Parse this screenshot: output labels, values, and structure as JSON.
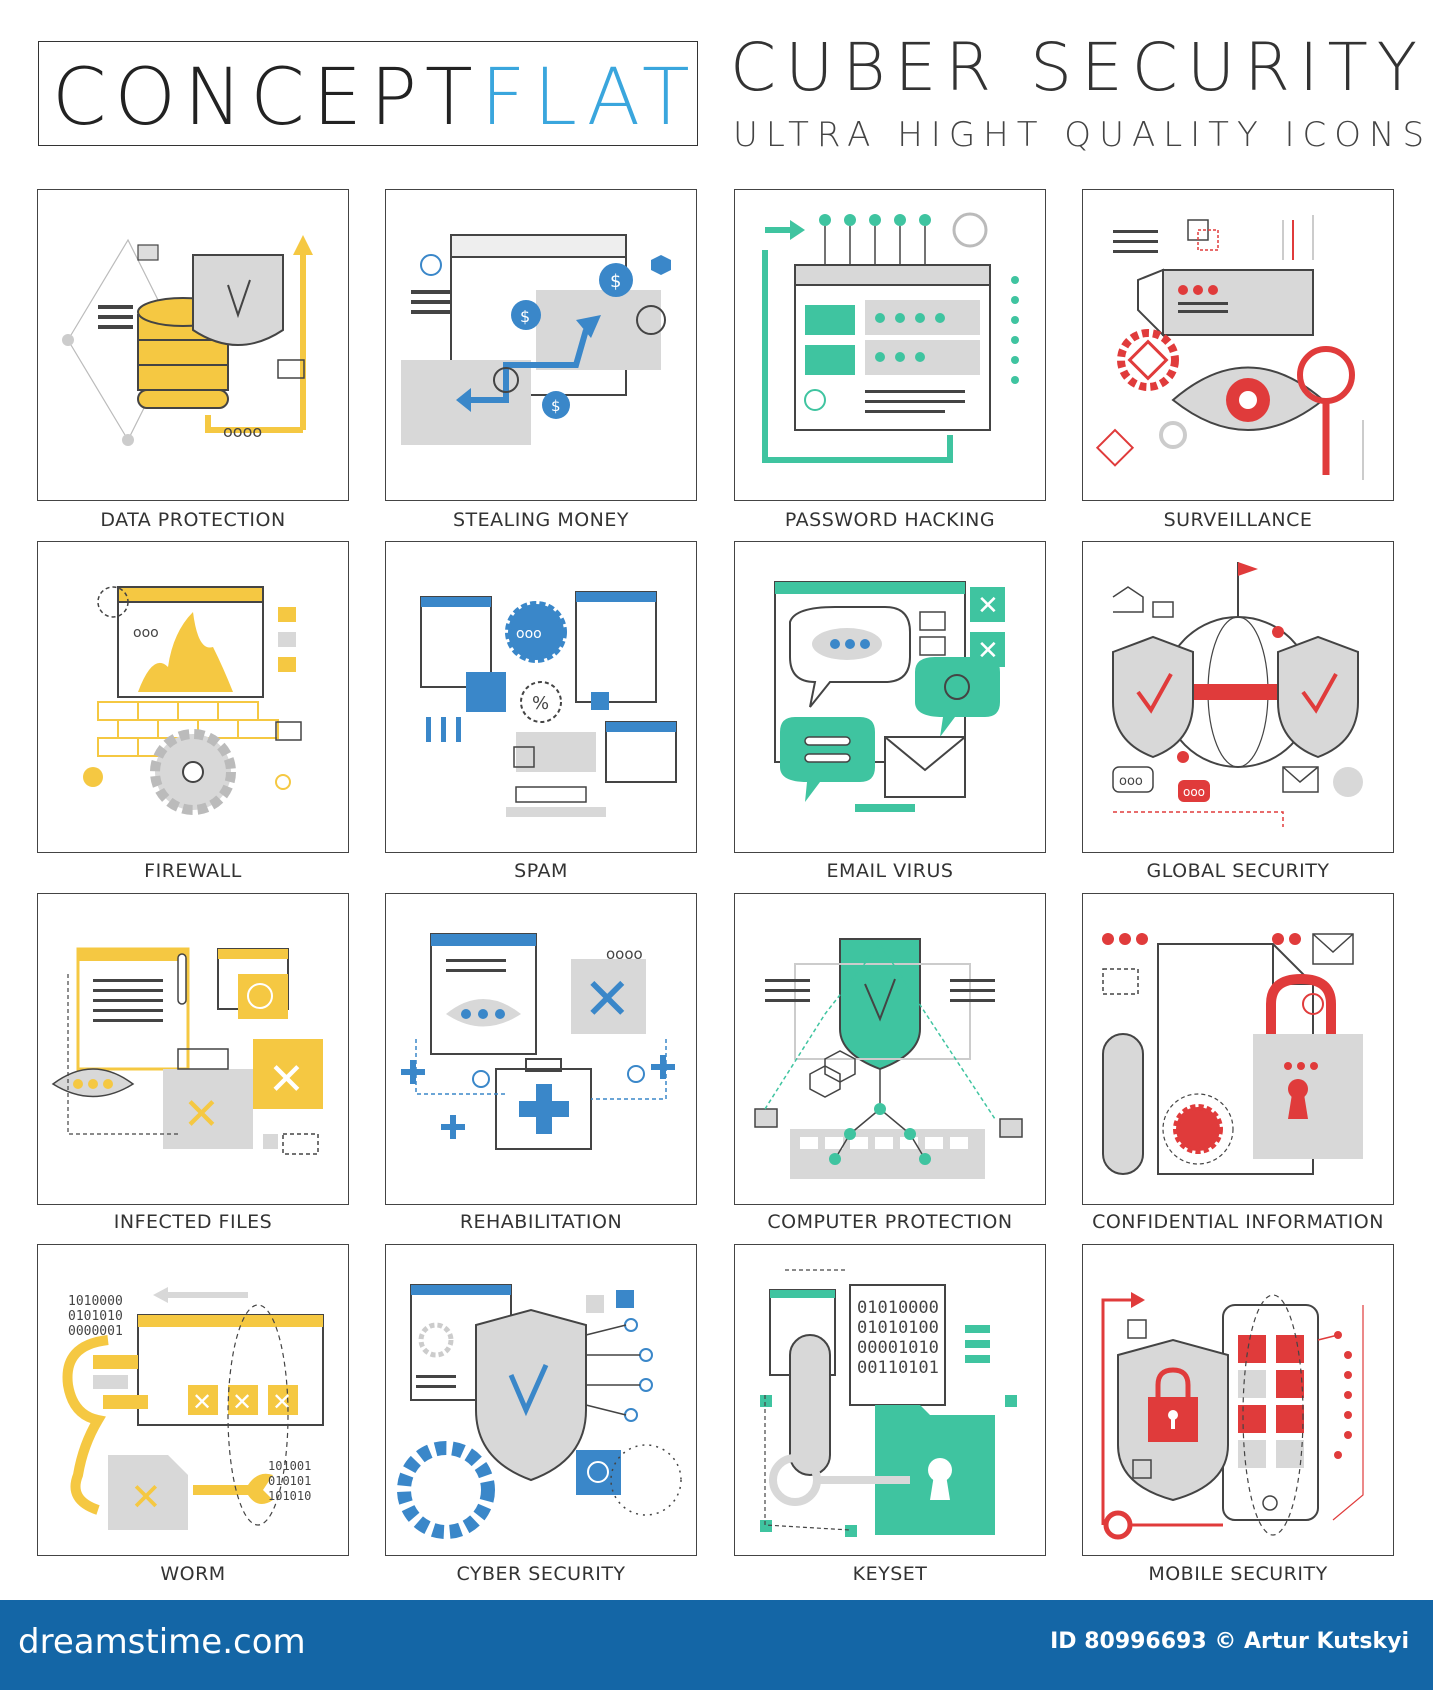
{
  "header": {
    "word_concept": "CONCEPT",
    "word_flat": "FLAT",
    "title": "CUBER SECURITY",
    "subtitle": "ULTRA HIGHT QUALITY ICONS"
  },
  "colors": {
    "yellow": "#f5c842",
    "blue": "#3a87c9",
    "teal": "#3fc4a0",
    "red": "#e03b3b",
    "gray": "#d8d8d8",
    "line": "#444444",
    "footer": "#1466a6",
    "flat_word": "#3aa6dd"
  },
  "icons": [
    {
      "label": "DATA PROTECTION",
      "accent": "yellow",
      "glyph": "database-shield-icon"
    },
    {
      "label": "STEALING MONEY",
      "accent": "blue",
      "glyph": "money-transfer-icon"
    },
    {
      "label": "PASSWORD HACKING",
      "accent": "teal",
      "glyph": "hacked-browser-icon"
    },
    {
      "label": "SURVEILLANCE",
      "accent": "red",
      "glyph": "camera-eye-icon"
    },
    {
      "label": "FIREWALL",
      "accent": "yellow",
      "glyph": "firewall-icon"
    },
    {
      "label": "SPAM",
      "accent": "blue",
      "glyph": "spam-windows-icon"
    },
    {
      "label": "EMAIL VIRUS",
      "accent": "teal",
      "glyph": "email-virus-icon"
    },
    {
      "label": "GLOBAL SECURITY",
      "accent": "red",
      "glyph": "globe-shields-icon"
    },
    {
      "label": "INFECTED FILES",
      "accent": "yellow",
      "glyph": "infected-files-icon"
    },
    {
      "label": "REHABILITATION",
      "accent": "blue",
      "glyph": "medkit-icon"
    },
    {
      "label": "COMPUTER PROTECTION",
      "accent": "teal",
      "glyph": "computer-shield-icon"
    },
    {
      "label": "CONFIDENTIAL INFORMATION",
      "accent": "red",
      "glyph": "padlock-document-icon"
    },
    {
      "label": "WORM",
      "accent": "yellow",
      "glyph": "worm-icon"
    },
    {
      "label": "CYBER SECURITY",
      "accent": "blue",
      "glyph": "shield-gear-icon"
    },
    {
      "label": "KEYSET",
      "accent": "teal",
      "glyph": "key-folder-icon"
    },
    {
      "label": "MOBILE SECURITY",
      "accent": "red",
      "glyph": "mobile-lock-icon"
    }
  ],
  "footer": {
    "brand": "dreamstime.com",
    "credit": "ID 80996693 © Artur Kutskyi"
  }
}
